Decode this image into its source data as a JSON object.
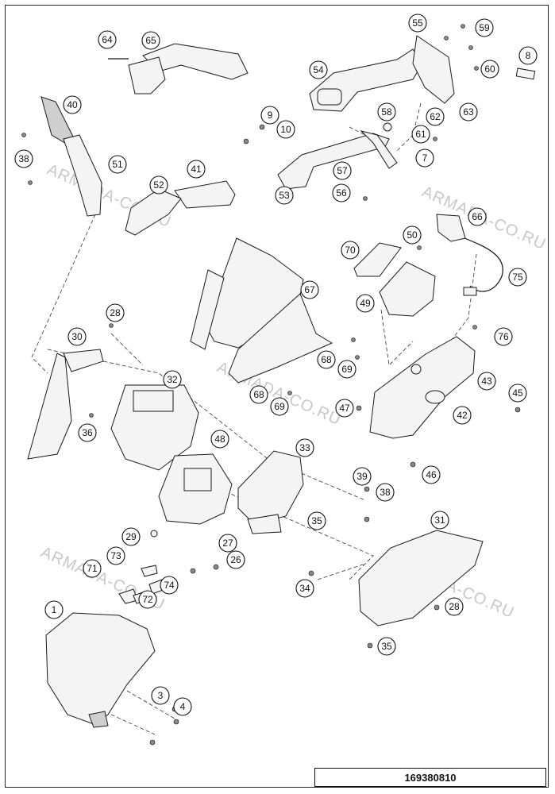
{
  "drawing_code": "169380810",
  "watermark_text": "ARMADA-CO.RU",
  "callouts": [
    {
      "id": "c1",
      "label": "1"
    },
    {
      "id": "c3",
      "label": "3"
    },
    {
      "id": "c4",
      "label": "4"
    },
    {
      "id": "c7",
      "label": "7"
    },
    {
      "id": "c8",
      "label": "8"
    },
    {
      "id": "c9",
      "label": "9"
    },
    {
      "id": "c10",
      "label": "10"
    },
    {
      "id": "c26",
      "label": "26"
    },
    {
      "id": "c27",
      "label": "27"
    },
    {
      "id": "c28a",
      "label": "28"
    },
    {
      "id": "c28b",
      "label": "28"
    },
    {
      "id": "c29",
      "label": "29"
    },
    {
      "id": "c30",
      "label": "30"
    },
    {
      "id": "c31",
      "label": "31"
    },
    {
      "id": "c32",
      "label": "32"
    },
    {
      "id": "c33",
      "label": "33"
    },
    {
      "id": "c34",
      "label": "34"
    },
    {
      "id": "c35a",
      "label": "35"
    },
    {
      "id": "c35b",
      "label": "35"
    },
    {
      "id": "c36",
      "label": "36"
    },
    {
      "id": "c38a",
      "label": "38"
    },
    {
      "id": "c38b",
      "label": "38"
    },
    {
      "id": "c39",
      "label": "39"
    },
    {
      "id": "c40",
      "label": "40"
    },
    {
      "id": "c41",
      "label": "41"
    },
    {
      "id": "c42",
      "label": "42"
    },
    {
      "id": "c43",
      "label": "43"
    },
    {
      "id": "c45",
      "label": "45"
    },
    {
      "id": "c46",
      "label": "46"
    },
    {
      "id": "c47",
      "label": "47"
    },
    {
      "id": "c48",
      "label": "48"
    },
    {
      "id": "c49",
      "label": "49"
    },
    {
      "id": "c50",
      "label": "50"
    },
    {
      "id": "c51",
      "label": "51"
    },
    {
      "id": "c52",
      "label": "52"
    },
    {
      "id": "c53",
      "label": "53"
    },
    {
      "id": "c54",
      "label": "54"
    },
    {
      "id": "c55",
      "label": "55"
    },
    {
      "id": "c56",
      "label": "56"
    },
    {
      "id": "c57",
      "label": "57"
    },
    {
      "id": "c58",
      "label": "58"
    },
    {
      "id": "c59",
      "label": "59"
    },
    {
      "id": "c60",
      "label": "60"
    },
    {
      "id": "c61",
      "label": "61"
    },
    {
      "id": "c62",
      "label": "62"
    },
    {
      "id": "c63",
      "label": "63"
    },
    {
      "id": "c64",
      "label": "64"
    },
    {
      "id": "c65",
      "label": "65"
    },
    {
      "id": "c66",
      "label": "66"
    },
    {
      "id": "c67",
      "label": "67"
    },
    {
      "id": "c68a",
      "label": "68"
    },
    {
      "id": "c68b",
      "label": "68"
    },
    {
      "id": "c69a",
      "label": "69"
    },
    {
      "id": "c69b",
      "label": "69"
    },
    {
      "id": "c70",
      "label": "70"
    },
    {
      "id": "c71",
      "label": "71"
    },
    {
      "id": "c72",
      "label": "72"
    },
    {
      "id": "c73",
      "label": "73"
    },
    {
      "id": "c74",
      "label": "74"
    },
    {
      "id": "c75",
      "label": "75"
    },
    {
      "id": "c76",
      "label": "76"
    }
  ]
}
